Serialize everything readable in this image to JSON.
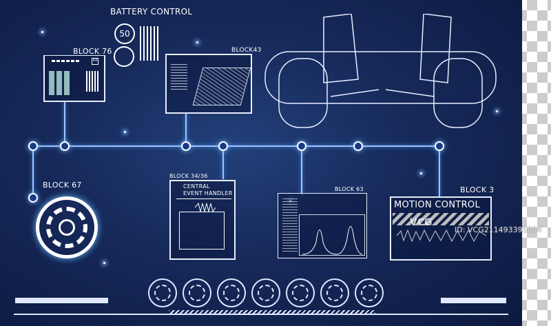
{
  "battery": {
    "title": "BATTERY CONTROL",
    "level": "50"
  },
  "blocks": {
    "b76": "BLOCK 76",
    "b76_chip": "64",
    "b43": "BLOCK43",
    "b67": "BLOCK 67",
    "b3436": "BLOCK 34/36",
    "b3436_title_1": "CENTRAL",
    "b3436_title_2": "EVENT HANDLER",
    "b63": "BLOCK  63",
    "b3": "BLOCK 3",
    "b3_title": "MOTION CONTROL"
  },
  "watermark": {
    "logo": "VCG",
    "id": "ID: VCG211493391054"
  },
  "colors": {
    "background": "#16295a",
    "line": "#9fc4ff",
    "accent": "#ffffff"
  }
}
